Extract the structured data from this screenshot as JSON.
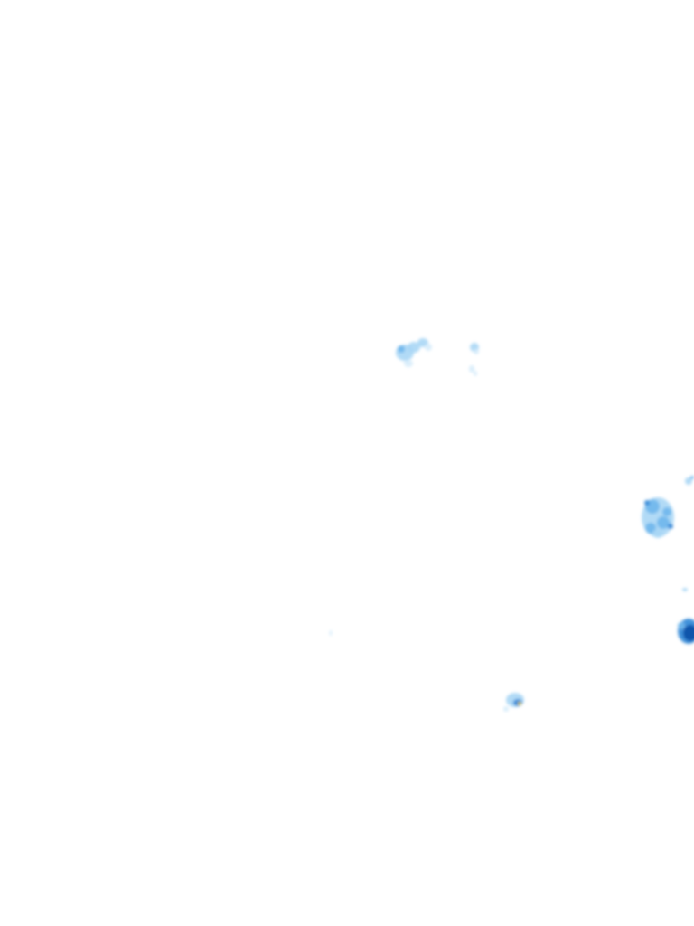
{
  "map": {
    "type": "radar-precipitation-overlay",
    "background": "#ffffff",
    "palette": {
      "very_light": "#d6ecfb",
      "light": "#a9d6f5",
      "medium": "#6fb7ec",
      "heavy": "#2f86d6",
      "very_heavy": "#0d4fa6",
      "extreme": "#f0d000"
    },
    "echoes": [
      {
        "id": "cluster-north-a",
        "intensity": "light"
      },
      {
        "id": "cluster-north-b",
        "intensity": "light"
      },
      {
        "id": "cluster-north-c",
        "intensity": "very_light"
      },
      {
        "id": "cluster-east",
        "intensity": "medium"
      },
      {
        "id": "cell-east-edge",
        "intensity": "very_heavy"
      },
      {
        "id": "cell-south",
        "intensity": "extreme"
      },
      {
        "id": "speck-west",
        "intensity": "very_light"
      },
      {
        "id": "speck-east-upper",
        "intensity": "light"
      },
      {
        "id": "speck-east-mid",
        "intensity": "light"
      }
    ]
  }
}
